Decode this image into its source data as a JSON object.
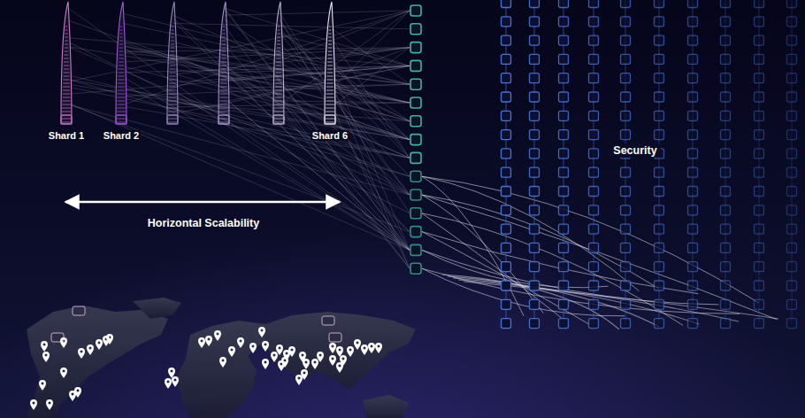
{
  "diagram": {
    "nodes": [
      {
        "text": [
          "Shard 1"
        ]
      },
      {
        "text": [
          "Shard 2"
        ]
      },
      {
        "text": [
          "Shard 6"
        ]
      }
    ],
    "labels": [
      "Horizontal Scalability",
      "Security"
    ]
  }
}
